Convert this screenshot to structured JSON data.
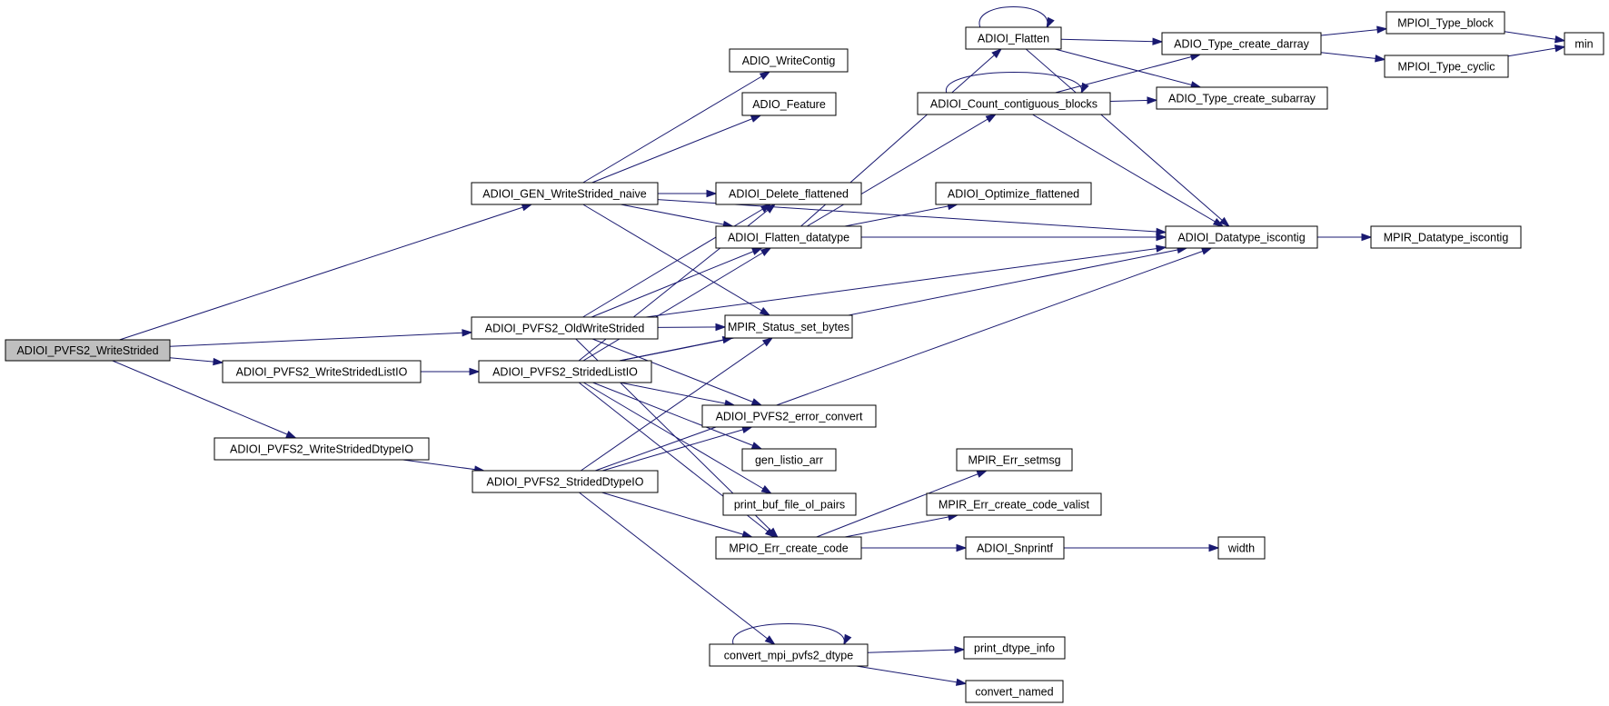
{
  "graph": {
    "edge_color": "#191970",
    "root_fill": "#bfbfbf",
    "nodes": {
      "ws": "ADIOI_PVFS2_WriteStrided",
      "gen": "ADIOI_GEN_WriteStrided_naive",
      "oldws": "ADIOI_PVFS2_OldWriteStrided",
      "wslist": "ADIOI_PVFS2_WriteStridedListIO",
      "wsdt": "ADIOI_PVFS2_WriteStridedDtypeIO",
      "slist": "ADIOI_PVFS2_StridedListIO",
      "sdt": "ADIOI_PVFS2_StridedDtypeIO",
      "wc": "ADIO_WriteContig",
      "feat": "ADIO_Feature",
      "del": "ADIOI_Delete_flattened",
      "fdt": "ADIOI_Flatten_datatype",
      "msb": "MPIR_Status_set_bytes",
      "errc": "ADIOI_PVFS2_error_convert",
      "gla": "gen_listio_arr",
      "pbf": "print_buf_file_ol_pairs",
      "mec": "MPIO_Err_create_code",
      "cmp": "convert_mpi_pvfs2_dtype",
      "fl": "ADIOI_Flatten",
      "ccb": "ADIOI_Count_contiguous_blocks",
      "opt": "ADIOI_Optimize_flattened",
      "mes": "MPIR_Err_setmsg",
      "mecv": "MPIR_Err_create_code_valist",
      "snp": "ADIOI_Snprintf",
      "pdi": "print_dtype_info",
      "cn": "convert_named",
      "tcd": "ADIO_Type_create_darray",
      "tcs": "ADIO_Type_create_subarray",
      "dic": "ADIOI_Datatype_iscontig",
      "tb": "MPIOI_Type_block",
      "tc": "MPIOI_Type_cyclic",
      "mdic": "MPIR_Datatype_iscontig",
      "min": "min",
      "width": "width"
    },
    "edges": [
      [
        "ws",
        "gen"
      ],
      [
        "ws",
        "oldws"
      ],
      [
        "ws",
        "wslist"
      ],
      [
        "ws",
        "wsdt"
      ],
      [
        "wslist",
        "slist"
      ],
      [
        "wsdt",
        "sdt"
      ],
      [
        "gen",
        "wc"
      ],
      [
        "gen",
        "feat"
      ],
      [
        "gen",
        "del"
      ],
      [
        "gen",
        "fdt"
      ],
      [
        "gen",
        "msb"
      ],
      [
        "gen",
        "dic"
      ],
      [
        "oldws",
        "del"
      ],
      [
        "oldws",
        "fdt"
      ],
      [
        "oldws",
        "msb"
      ],
      [
        "oldws",
        "errc"
      ],
      [
        "oldws",
        "mec"
      ],
      [
        "oldws",
        "dic"
      ],
      [
        "slist",
        "del"
      ],
      [
        "slist",
        "fdt"
      ],
      [
        "slist",
        "msb"
      ],
      [
        "slist",
        "errc"
      ],
      [
        "slist",
        "gla"
      ],
      [
        "slist",
        "pbf"
      ],
      [
        "slist",
        "mec"
      ],
      [
        "slist",
        "dic"
      ],
      [
        "sdt",
        "msb"
      ],
      [
        "sdt",
        "errc"
      ],
      [
        "sdt",
        "mec"
      ],
      [
        "sdt",
        "cmp"
      ],
      [
        "sdt",
        "dic"
      ],
      [
        "fdt",
        "fl"
      ],
      [
        "fdt",
        "ccb"
      ],
      [
        "fdt",
        "opt"
      ],
      [
        "fdt",
        "dic"
      ],
      [
        "fl",
        "fl"
      ],
      [
        "fl",
        "tcd"
      ],
      [
        "fl",
        "tcs"
      ],
      [
        "fl",
        "dic"
      ],
      [
        "ccb",
        "ccb"
      ],
      [
        "ccb",
        "tcd"
      ],
      [
        "ccb",
        "tcs"
      ],
      [
        "ccb",
        "dic"
      ],
      [
        "tcd",
        "tb"
      ],
      [
        "tcd",
        "tc"
      ],
      [
        "tb",
        "min"
      ],
      [
        "tc",
        "min"
      ],
      [
        "dic",
        "mdic"
      ],
      [
        "mec",
        "mes"
      ],
      [
        "mec",
        "mecv"
      ],
      [
        "mec",
        "snp"
      ],
      [
        "snp",
        "width"
      ],
      [
        "cmp",
        "cmp"
      ],
      [
        "cmp",
        "pdi"
      ],
      [
        "cmp",
        "cn"
      ]
    ]
  }
}
